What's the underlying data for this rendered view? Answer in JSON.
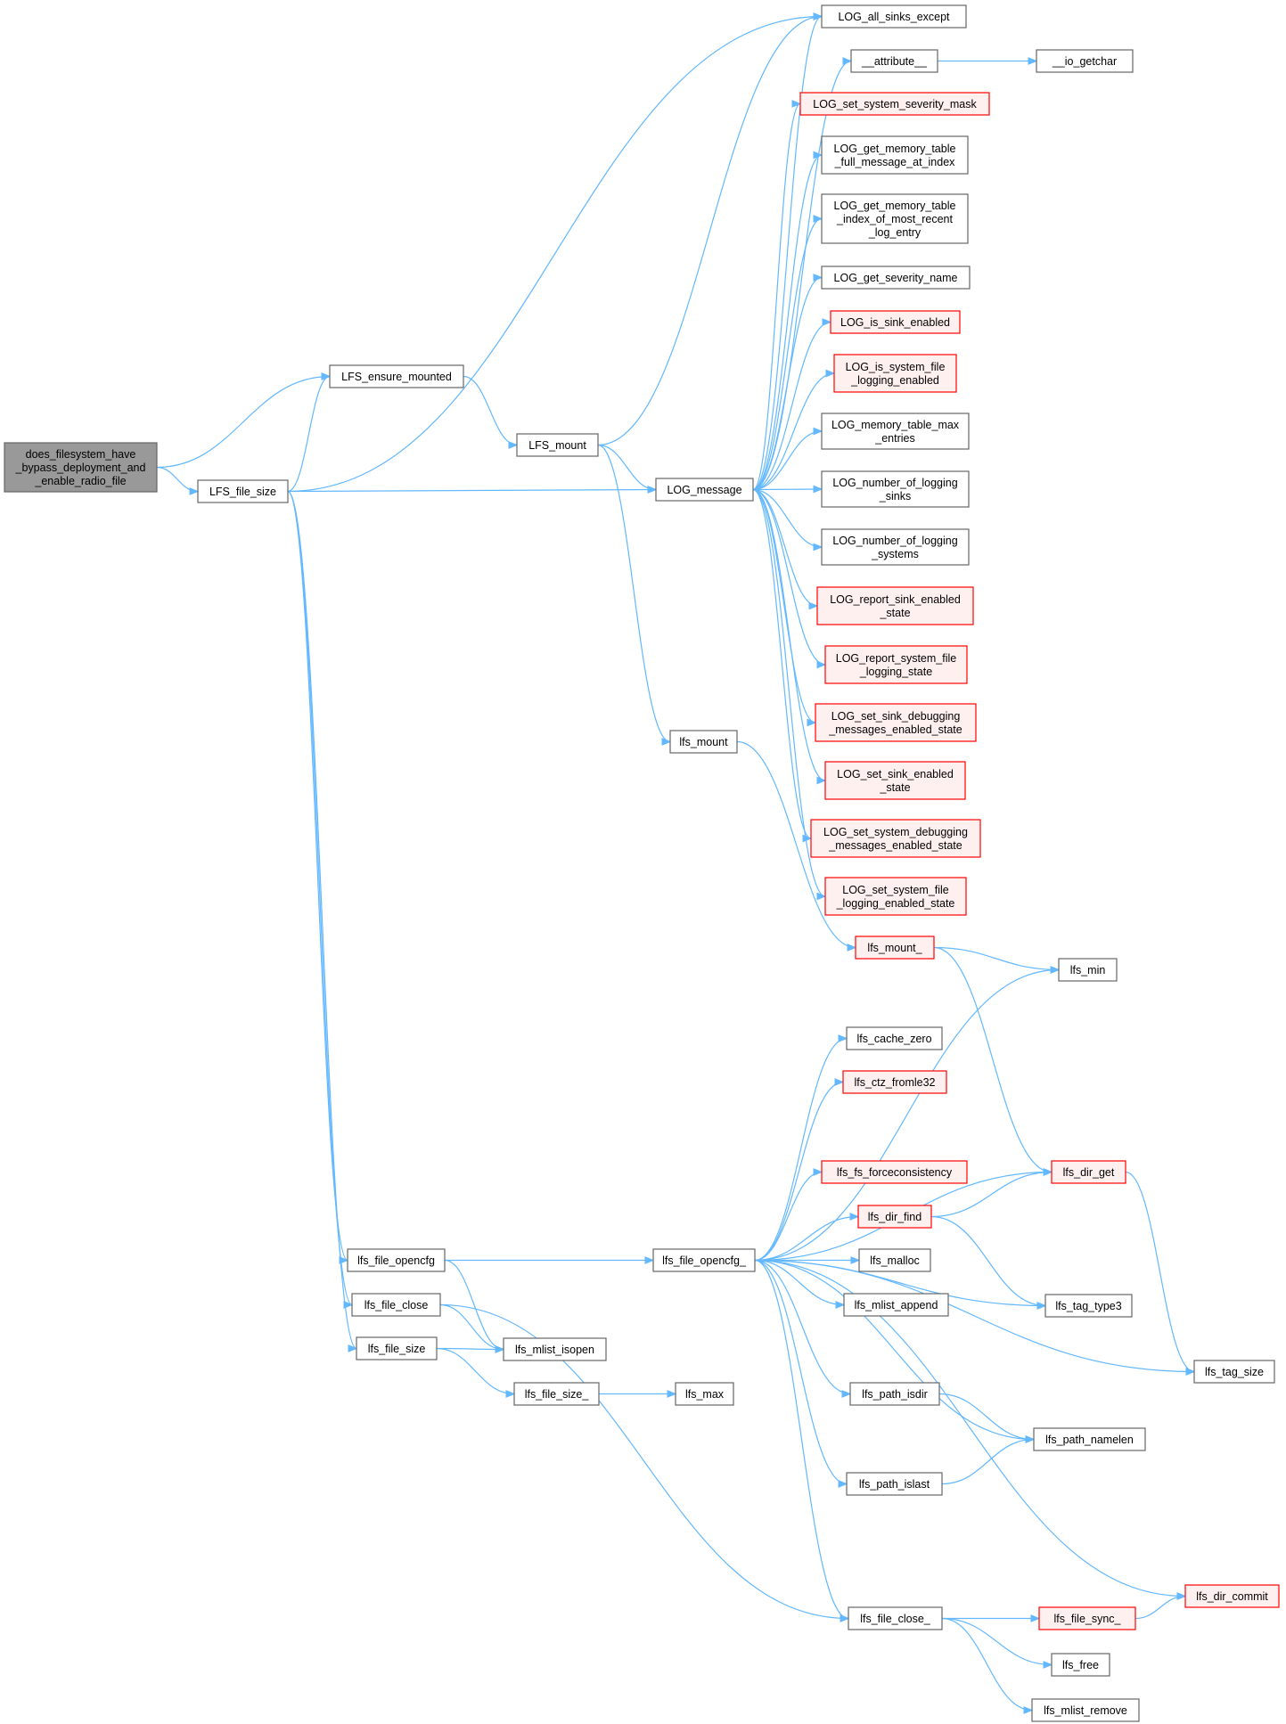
{
  "colors": {
    "edge": "#63b8ff",
    "node_border": "#666666",
    "node_fill": "#ffffff",
    "root_fill": "#999999",
    "red_border": "#ff0000",
    "red_fill": "#fff0f0"
  },
  "nodes": {
    "root": {
      "lines": [
        "does_filesystem_have",
        "_bypass_deployment_and",
        "_enable_radio_file"
      ],
      "style": "root"
    },
    "ensure_mounted": {
      "lines": [
        "LFS_ensure_mounted"
      ],
      "style": "normal"
    },
    "LFS_file_size": {
      "lines": [
        "LFS_file_size"
      ],
      "style": "normal"
    },
    "LFS_mount": {
      "lines": [
        "LFS_mount"
      ],
      "style": "normal"
    },
    "LOG_message": {
      "lines": [
        "LOG_message"
      ],
      "style": "normal"
    },
    "lfs_mount": {
      "lines": [
        "lfs_mount"
      ],
      "style": "normal"
    },
    "LOG_all_sinks_except": {
      "lines": [
        "LOG_all_sinks_except"
      ],
      "style": "normal"
    },
    "attribute": {
      "lines": [
        "__attribute__"
      ],
      "style": "normal"
    },
    "io_getchar": {
      "lines": [
        "__io_getchar"
      ],
      "style": "normal"
    },
    "LOG_set_system_severity_mask": {
      "lines": [
        "LOG_set_system_severity_mask"
      ],
      "style": "red"
    },
    "LOG_get_memory_full": {
      "lines": [
        "LOG_get_memory_table",
        "_full_message_at_index"
      ],
      "style": "normal"
    },
    "LOG_get_memory_recent": {
      "lines": [
        "LOG_get_memory_table",
        "_index_of_most_recent",
        "_log_entry"
      ],
      "style": "normal"
    },
    "LOG_get_severity_name": {
      "lines": [
        "LOG_get_severity_name"
      ],
      "style": "normal"
    },
    "LOG_is_sink_enabled": {
      "lines": [
        "LOG_is_sink_enabled"
      ],
      "style": "red"
    },
    "LOG_is_system_file": {
      "lines": [
        "LOG_is_system_file",
        "_logging_enabled"
      ],
      "style": "red"
    },
    "LOG_memory_table_max": {
      "lines": [
        "LOG_memory_table_max",
        "_entries"
      ],
      "style": "normal"
    },
    "LOG_number_sinks": {
      "lines": [
        "LOG_number_of_logging",
        "_sinks"
      ],
      "style": "normal"
    },
    "LOG_number_systems": {
      "lines": [
        "LOG_number_of_logging",
        "_systems"
      ],
      "style": "normal"
    },
    "LOG_report_sink": {
      "lines": [
        "LOG_report_sink_enabled",
        "_state"
      ],
      "style": "red"
    },
    "LOG_report_system_file": {
      "lines": [
        "LOG_report_system_file",
        "_logging_state"
      ],
      "style": "red"
    },
    "LOG_set_sink_debugging": {
      "lines": [
        "LOG_set_sink_debugging",
        "_messages_enabled_state"
      ],
      "style": "red"
    },
    "LOG_set_sink_enabled": {
      "lines": [
        "LOG_set_sink_enabled",
        "_state"
      ],
      "style": "red"
    },
    "LOG_set_system_debugging": {
      "lines": [
        "LOG_set_system_debugging",
        "_messages_enabled_state"
      ],
      "style": "red"
    },
    "LOG_set_system_file": {
      "lines": [
        "LOG_set_system_file",
        "_logging_enabled_state"
      ],
      "style": "red"
    },
    "lfs_mount_": {
      "lines": [
        "lfs_mount_"
      ],
      "style": "red"
    },
    "lfs_min": {
      "lines": [
        "lfs_min"
      ],
      "style": "normal"
    },
    "lfs_cache_zero": {
      "lines": [
        "lfs_cache_zero"
      ],
      "style": "normal"
    },
    "lfs_ctz_fromle32": {
      "lines": [
        "lfs_ctz_fromle32"
      ],
      "style": "red"
    },
    "lfs_dir_get": {
      "lines": [
        "lfs_dir_get"
      ],
      "style": "red"
    },
    "lfs_fs_forceconsistency": {
      "lines": [
        "lfs_fs_forceconsistency"
      ],
      "style": "red"
    },
    "lfs_dir_find": {
      "lines": [
        "lfs_dir_find"
      ],
      "style": "red"
    },
    "lfs_file_opencfg": {
      "lines": [
        "lfs_file_opencfg"
      ],
      "style": "normal"
    },
    "lfs_file_opencfg_": {
      "lines": [
        "lfs_file_opencfg_"
      ],
      "style": "normal"
    },
    "lfs_malloc": {
      "lines": [
        "lfs_malloc"
      ],
      "style": "normal"
    },
    "lfs_file_close": {
      "lines": [
        "lfs_file_close"
      ],
      "style": "normal"
    },
    "lfs_mlist_append": {
      "lines": [
        "lfs_mlist_append"
      ],
      "style": "normal"
    },
    "lfs_tag_type3": {
      "lines": [
        "lfs_tag_type3"
      ],
      "style": "normal"
    },
    "lfs_file_size": {
      "lines": [
        "lfs_file_size"
      ],
      "style": "normal"
    },
    "lfs_mlist_isopen": {
      "lines": [
        "lfs_mlist_isopen"
      ],
      "style": "normal"
    },
    "lfs_tag_size": {
      "lines": [
        "lfs_tag_size"
      ],
      "style": "normal"
    },
    "lfs_file_size_": {
      "lines": [
        "lfs_file_size_"
      ],
      "style": "normal"
    },
    "lfs_max": {
      "lines": [
        "lfs_max"
      ],
      "style": "normal"
    },
    "lfs_path_isdir": {
      "lines": [
        "lfs_path_isdir"
      ],
      "style": "normal"
    },
    "lfs_path_namelen": {
      "lines": [
        "lfs_path_namelen"
      ],
      "style": "normal"
    },
    "lfs_path_islast": {
      "lines": [
        "lfs_path_islast"
      ],
      "style": "normal"
    },
    "lfs_dir_commit": {
      "lines": [
        "lfs_dir_commit"
      ],
      "style": "red"
    },
    "lfs_file_close_": {
      "lines": [
        "lfs_file_close_"
      ],
      "style": "normal"
    },
    "lfs_file_sync_": {
      "lines": [
        "lfs_file_sync_"
      ],
      "style": "red"
    },
    "lfs_free": {
      "lines": [
        "lfs_free"
      ],
      "style": "normal"
    },
    "lfs_mlist_remove": {
      "lines": [
        "lfs_mlist_remove"
      ],
      "style": "normal"
    }
  },
  "edges": [
    [
      "root",
      "ensure_mounted"
    ],
    [
      "root",
      "LFS_file_size"
    ],
    [
      "LFS_file_size",
      "ensure_mounted"
    ],
    [
      "LFS_file_size",
      "LOG_all_sinks_except"
    ],
    [
      "LFS_file_size",
      "LOG_message"
    ],
    [
      "LFS_file_size",
      "lfs_file_opencfg"
    ],
    [
      "LFS_file_size",
      "lfs_file_close"
    ],
    [
      "LFS_file_size",
      "lfs_file_size"
    ],
    [
      "ensure_mounted",
      "LFS_mount"
    ],
    [
      "LFS_mount",
      "LOG_all_sinks_except"
    ],
    [
      "LFS_mount",
      "LOG_message"
    ],
    [
      "LFS_mount",
      "lfs_mount"
    ],
    [
      "lfs_mount",
      "lfs_mount_"
    ],
    [
      "LOG_message",
      "LOG_all_sinks_except"
    ],
    [
      "LOG_message",
      "attribute"
    ],
    [
      "LOG_message",
      "LOG_set_system_severity_mask"
    ],
    [
      "LOG_message",
      "LOG_get_memory_full"
    ],
    [
      "LOG_message",
      "LOG_get_memory_recent"
    ],
    [
      "LOG_message",
      "LOG_get_severity_name"
    ],
    [
      "LOG_message",
      "LOG_is_sink_enabled"
    ],
    [
      "LOG_message",
      "LOG_is_system_file"
    ],
    [
      "LOG_message",
      "LOG_memory_table_max"
    ],
    [
      "LOG_message",
      "LOG_number_sinks"
    ],
    [
      "LOG_message",
      "LOG_number_systems"
    ],
    [
      "LOG_message",
      "LOG_report_sink"
    ],
    [
      "LOG_message",
      "LOG_report_system_file"
    ],
    [
      "LOG_message",
      "LOG_set_sink_debugging"
    ],
    [
      "LOG_message",
      "LOG_set_sink_enabled"
    ],
    [
      "LOG_message",
      "LOG_set_system_debugging"
    ],
    [
      "LOG_message",
      "LOG_set_system_file"
    ],
    [
      "attribute",
      "io_getchar"
    ],
    [
      "lfs_mount_",
      "lfs_min"
    ],
    [
      "lfs_mount_",
      "lfs_dir_get"
    ],
    [
      "lfs_dir_get",
      "lfs_tag_size"
    ],
    [
      "lfs_file_opencfg",
      "lfs_file_opencfg_"
    ],
    [
      "lfs_file_opencfg",
      "lfs_mlist_isopen"
    ],
    [
      "lfs_file_close",
      "lfs_mlist_isopen"
    ],
    [
      "lfs_file_close",
      "lfs_file_close_"
    ],
    [
      "lfs_file_size",
      "lfs_mlist_isopen"
    ],
    [
      "lfs_file_size",
      "lfs_file_size_"
    ],
    [
      "lfs_file_size_",
      "lfs_max"
    ],
    [
      "lfs_file_opencfg_",
      "lfs_min"
    ],
    [
      "lfs_file_opencfg_",
      "lfs_cache_zero"
    ],
    [
      "lfs_file_opencfg_",
      "lfs_ctz_fromle32"
    ],
    [
      "lfs_file_opencfg_",
      "lfs_dir_get"
    ],
    [
      "lfs_file_opencfg_",
      "lfs_fs_forceconsistency"
    ],
    [
      "lfs_file_opencfg_",
      "lfs_dir_find"
    ],
    [
      "lfs_file_opencfg_",
      "lfs_malloc"
    ],
    [
      "lfs_file_opencfg_",
      "lfs_mlist_append"
    ],
    [
      "lfs_file_opencfg_",
      "lfs_tag_type3"
    ],
    [
      "lfs_file_opencfg_",
      "lfs_path_isdir"
    ],
    [
      "lfs_file_opencfg_",
      "lfs_path_namelen"
    ],
    [
      "lfs_file_opencfg_",
      "lfs_path_islast"
    ],
    [
      "lfs_file_opencfg_",
      "lfs_tag_size"
    ],
    [
      "lfs_file_opencfg_",
      "lfs_dir_commit"
    ],
    [
      "lfs_file_opencfg_",
      "lfs_file_close_"
    ],
    [
      "lfs_dir_find",
      "lfs_dir_get"
    ],
    [
      "lfs_dir_find",
      "lfs_tag_type3"
    ],
    [
      "lfs_path_isdir",
      "lfs_path_namelen"
    ],
    [
      "lfs_path_islast",
      "lfs_path_namelen"
    ],
    [
      "lfs_file_close_",
      "lfs_file_sync_"
    ],
    [
      "lfs_file_close_",
      "lfs_free"
    ],
    [
      "lfs_file_close_",
      "lfs_mlist_remove"
    ],
    [
      "lfs_file_sync_",
      "lfs_dir_commit"
    ]
  ]
}
